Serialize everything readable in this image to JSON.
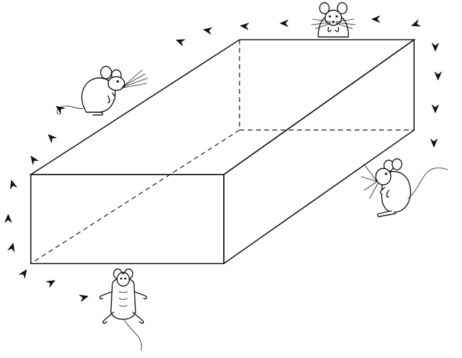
{
  "figure": {
    "subject": "rectangular-box",
    "mice_count": 4,
    "path": "arrowhead-trail",
    "path_direction": "counter-clockwise",
    "colors": {
      "line": "#111111",
      "background": "#ffffff"
    }
  }
}
